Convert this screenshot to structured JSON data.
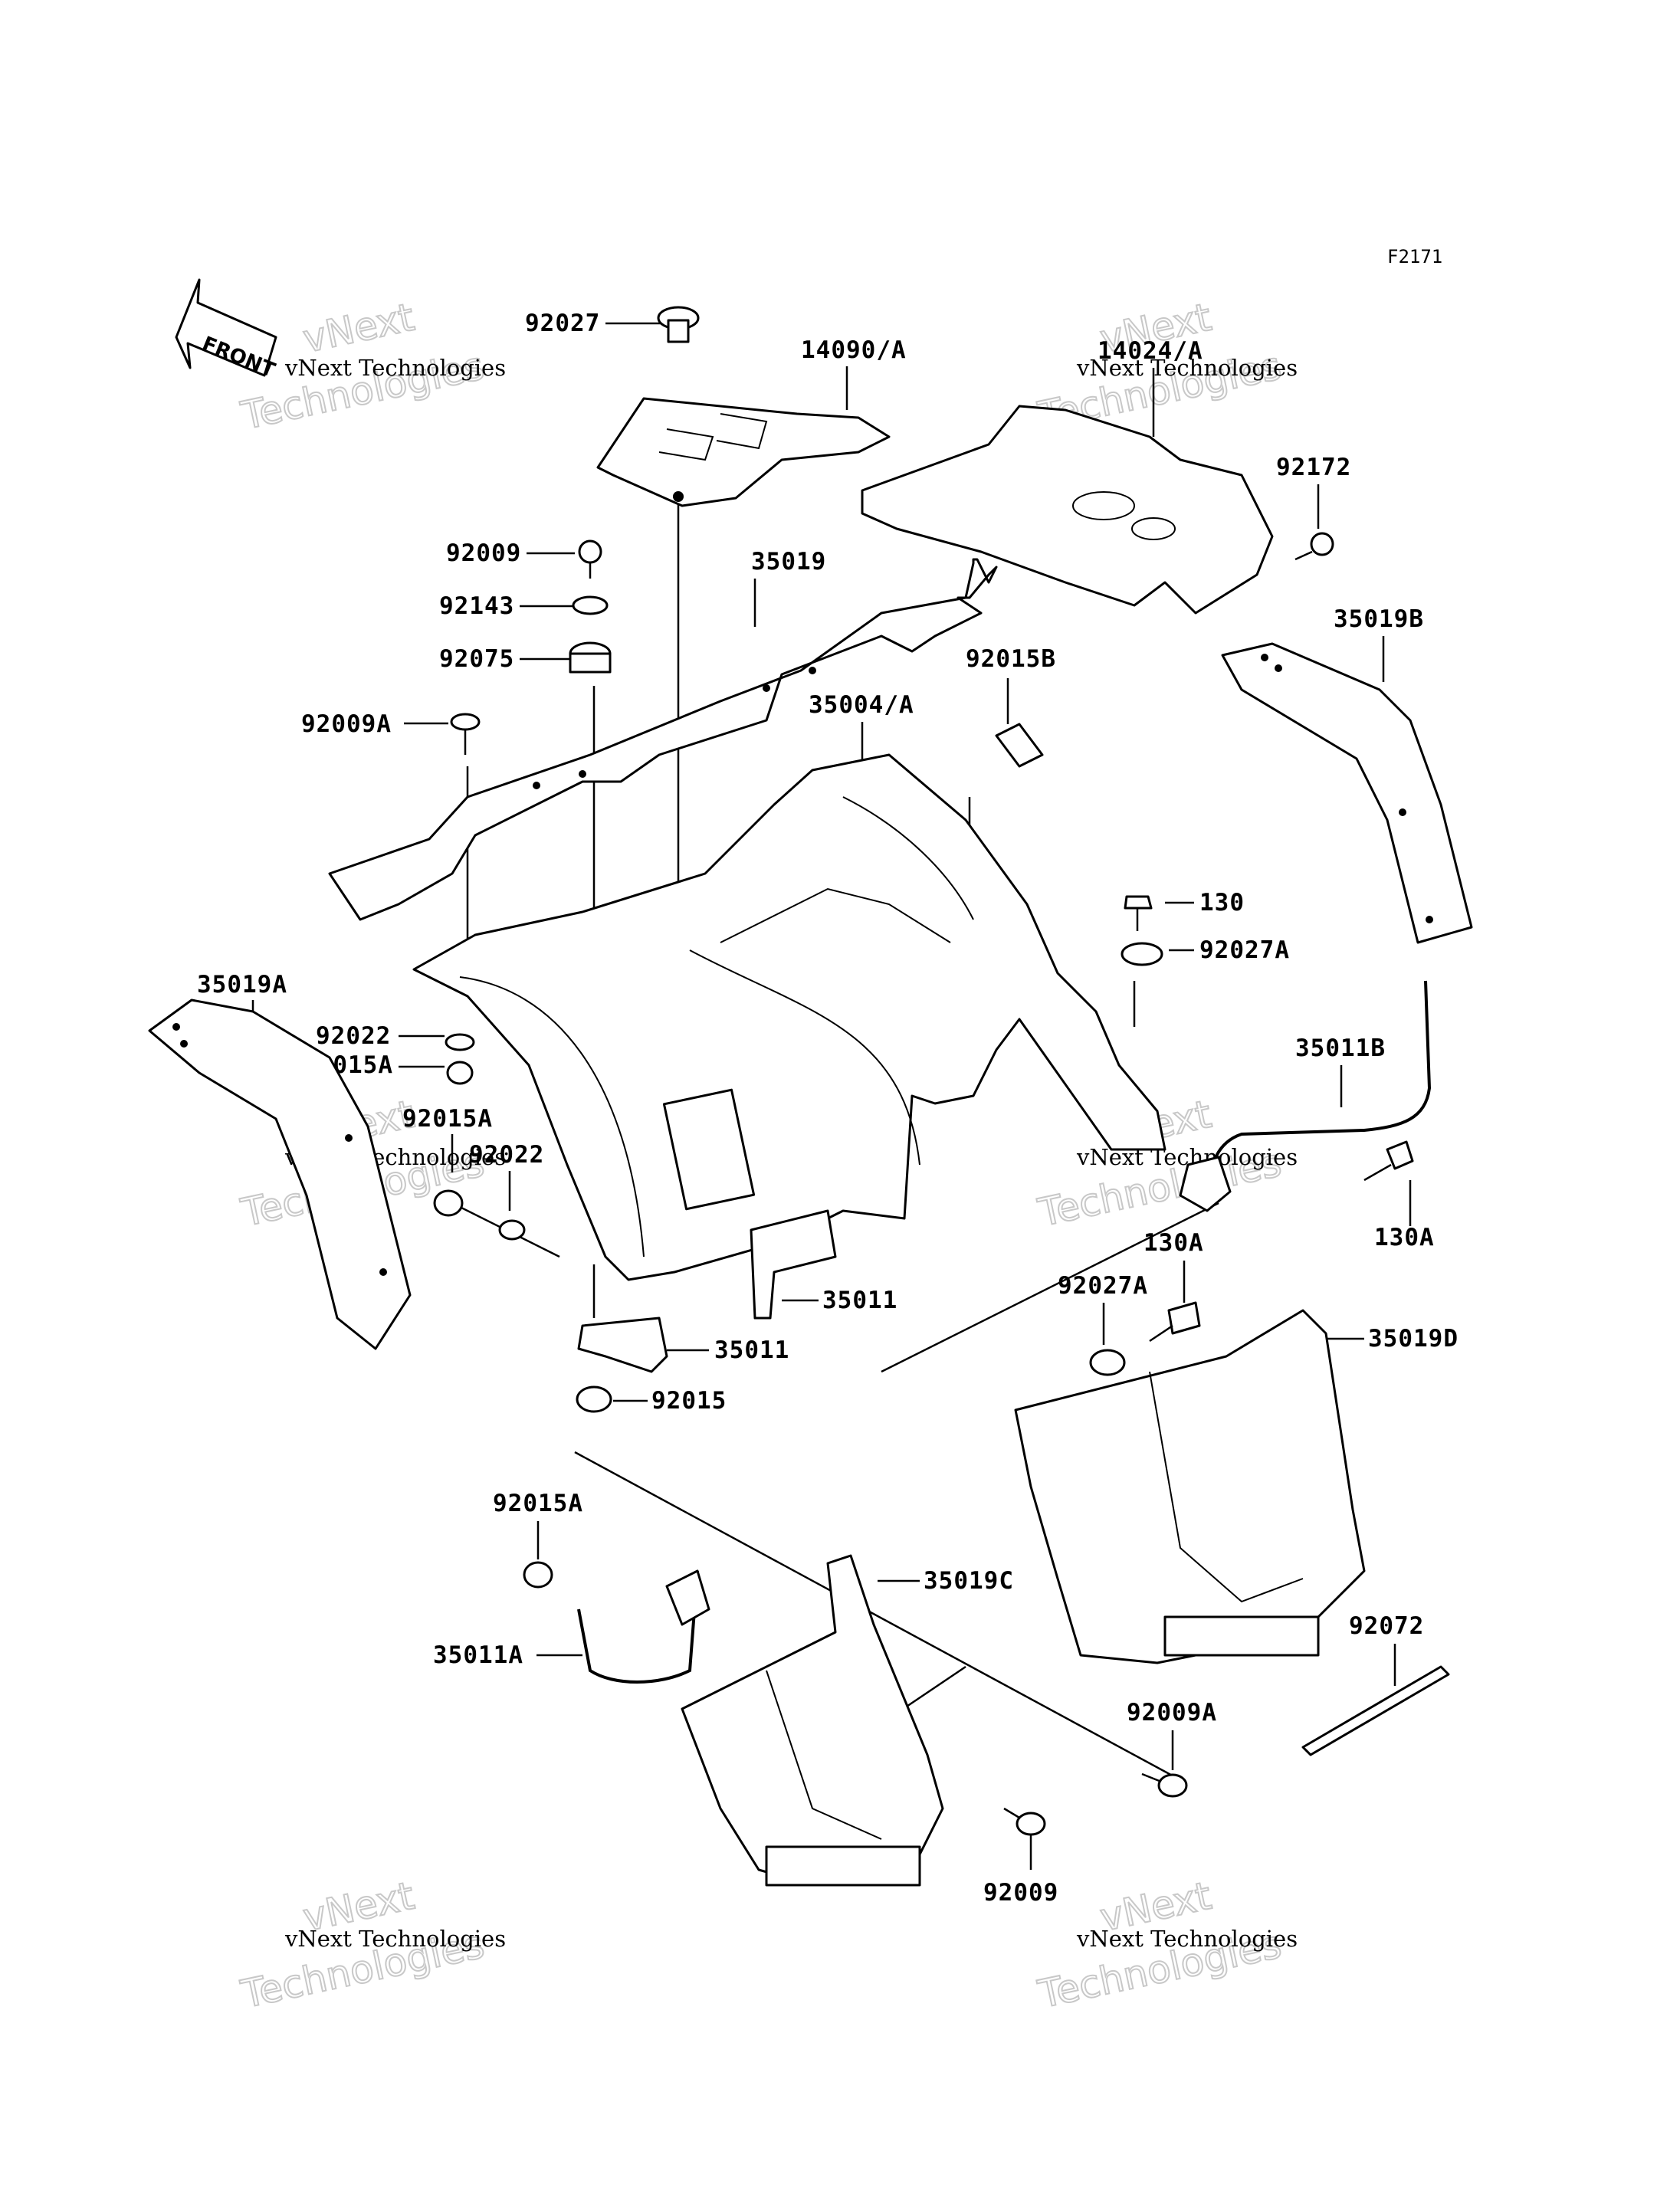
{
  "figure_code": "F2171",
  "front_badge": "FRONT",
  "watermark": {
    "line": "vNext Technologies",
    "big_top": "vNext",
    "big_bottom": "Technologies"
  },
  "callouts": {
    "c92027": "92027",
    "c14090": "14090/A",
    "c14024": "14024/A",
    "c92172": "92172",
    "c92009": "92009",
    "c35019": "35019",
    "c92143": "92143",
    "c92075": "92075",
    "c92015B": "92015B",
    "c35004": "35004/A",
    "c35019B": "35019B",
    "c92009A_top": "92009A",
    "c130": "130",
    "c92027A_top": "92027A",
    "c35019A": "35019A",
    "c92022_a": "92022",
    "c92015A_a": "92015A",
    "c35011B": "35011B",
    "c92015A_b": "92015A",
    "c92022_b": "92022",
    "c130A_right": "130A",
    "c130A_mid": "130A",
    "c92027A_mid": "92027A",
    "c35019D": "35019D",
    "c35011_a": "35011",
    "c35011_b": "35011",
    "c92015": "92015",
    "c92015A_c": "92015A",
    "c35019C": "35019C",
    "c35011A": "35011A",
    "c92072": "92072",
    "c92009A_bot": "92009A",
    "c92009_bot": "92009"
  }
}
